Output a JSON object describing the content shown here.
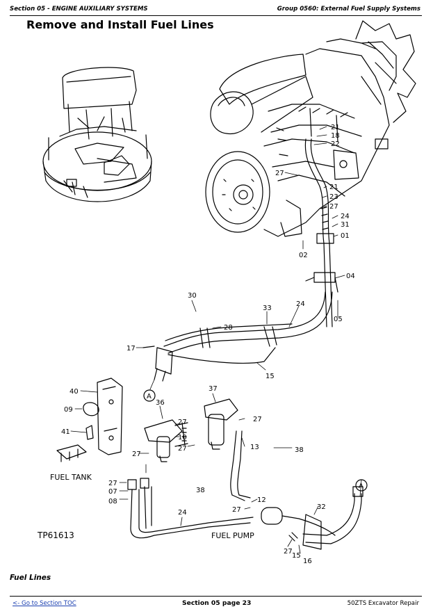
{
  "header": {
    "section": "Section 05 - ENGINE AUXILIARY SYSTEMS",
    "group": "Group 0560: External Fuel Supply Systems"
  },
  "title": "Remove and Install Fuel Lines",
  "figure": {
    "callouts": [
      "21",
      "18",
      "22",
      "27",
      "21",
      "23",
      "27",
      "24",
      "31",
      "01",
      "02",
      "04",
      "05",
      "24",
      "33",
      "30",
      "28",
      "17",
      "15",
      "A",
      "40",
      "09",
      "41",
      "36",
      "27",
      "10",
      "27",
      "37",
      "27",
      "13",
      "38",
      "27",
      "FUEL TANK",
      "38",
      "27",
      "07",
      "08",
      "24",
      "27",
      "12",
      "A",
      "32",
      "FUEL PUMP",
      "27",
      "15",
      "16"
    ],
    "code": "TP61613"
  },
  "caption": "Fuel Lines",
  "footer": {
    "toc_link": "<- Go to Section TOC",
    "page": "Section 05 page 23",
    "model": "50ZTS Excavator Repair"
  }
}
